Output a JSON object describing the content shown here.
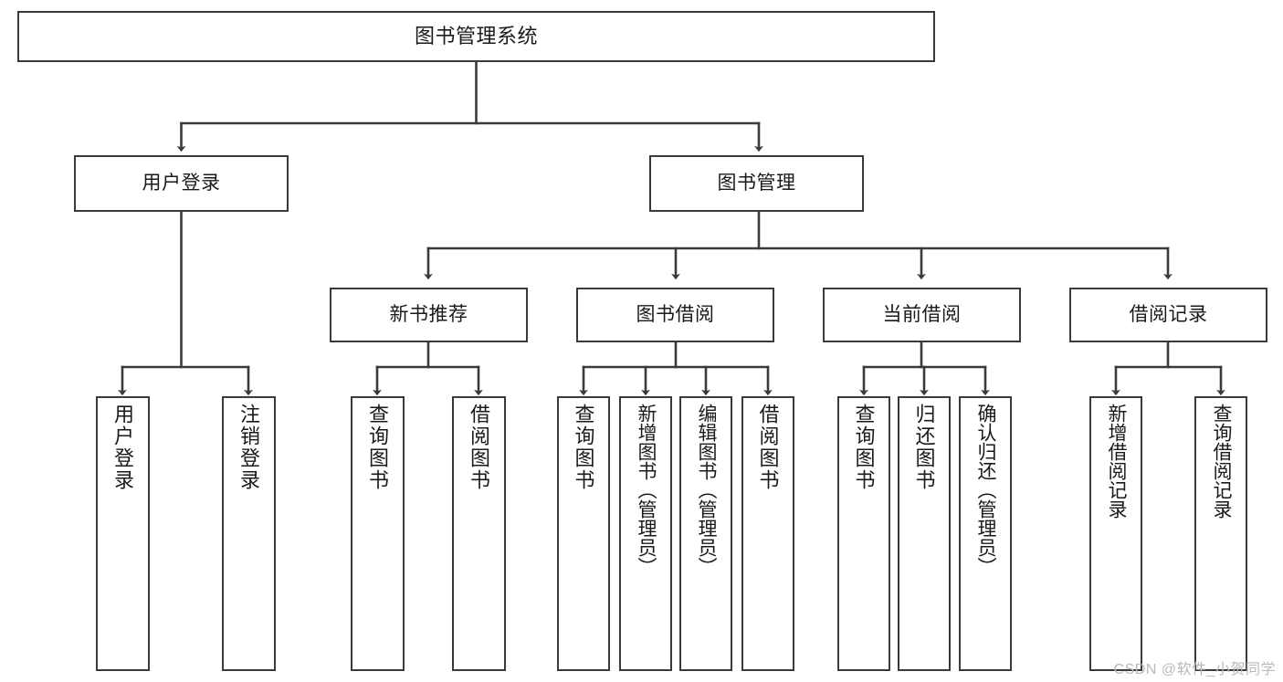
{
  "diagram": {
    "title": "图书管理系统",
    "type": "tree-hierarchy",
    "background_color": "#ffffff",
    "node_border_color": "#3a3a3a",
    "node_fill_color": "#ffffff",
    "text_color": "#1a1a1a",
    "root": {
      "id": "root",
      "label": "图书管理系统"
    },
    "level1": [
      {
        "id": "user-login",
        "label": "用户登录"
      },
      {
        "id": "book-management",
        "label": "图书管理"
      }
    ],
    "level2": [
      {
        "id": "new-book-recommend",
        "label": "新书推荐",
        "parent": "book-management"
      },
      {
        "id": "book-borrow",
        "label": "图书借阅",
        "parent": "book-management"
      },
      {
        "id": "current-borrow",
        "label": "当前借阅",
        "parent": "book-management"
      },
      {
        "id": "borrow-record",
        "label": "借阅记录",
        "parent": "book-management"
      }
    ],
    "leaves": {
      "user-login": [
        {
          "id": "leaf-user-login",
          "label": "用户登录"
        },
        {
          "id": "leaf-logout",
          "label": "注销登录"
        }
      ],
      "new-book-recommend": [
        {
          "id": "leaf-query-book-1",
          "label": "查询图书"
        },
        {
          "id": "leaf-borrow-book-1",
          "label": "借阅图书"
        }
      ],
      "book-borrow": [
        {
          "id": "leaf-query-book-2",
          "label": "查询图书"
        },
        {
          "id": "leaf-add-book",
          "label": "新增图书（管理员）"
        },
        {
          "id": "leaf-edit-book",
          "label": "编辑图书（管理员）"
        },
        {
          "id": "leaf-borrow-book-2",
          "label": "借阅图书"
        }
      ],
      "current-borrow": [
        {
          "id": "leaf-query-book-3",
          "label": "查询图书"
        },
        {
          "id": "leaf-return-book",
          "label": "归还图书"
        },
        {
          "id": "leaf-confirm-return",
          "label": "确认归还（管理员）"
        }
      ],
      "borrow-record": [
        {
          "id": "leaf-add-record",
          "label": "新增借阅记录"
        },
        {
          "id": "leaf-query-record",
          "label": "查询借阅记录"
        }
      ]
    }
  },
  "watermark": {
    "text": "CSDN @软件_小贺同学",
    "color": "#b9b9b9"
  }
}
